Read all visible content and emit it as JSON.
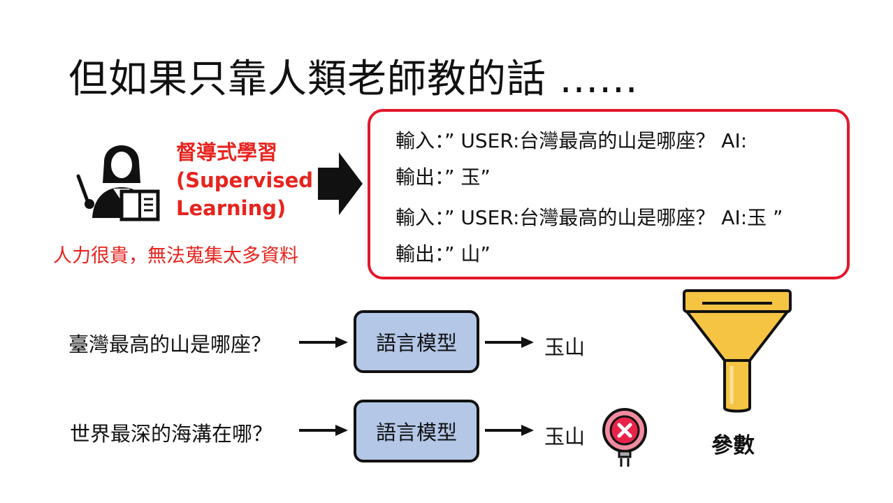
{
  "slide": {
    "title": "但如果只靠人類老師教的話 ......",
    "supervised": {
      "title_zh": "督導式學習",
      "title_en_1": "(Supervised",
      "title_en_2": "Learning)",
      "note": "人力很貴，無法蒐集太多資料"
    },
    "examples": [
      {
        "text": "輸入：”  USER:台灣最高的山是哪座？  AI:"
      },
      {
        "text": "輸出：”  玉”"
      },
      {
        "text": "輸入：”  USER:台灣最高的山是哪座？  AI:玉 ”"
      },
      {
        "text": "輸出：”  山”"
      }
    ],
    "qa": [
      {
        "question": "臺灣最高的山是哪座？",
        "model": "語言模型",
        "answer": "玉山"
      },
      {
        "question": "世界最深的海溝在哪？",
        "model": "語言模型",
        "answer": "玉山"
      }
    ],
    "params_label": "參數"
  },
  "colors": {
    "accent_red": "#e3172c",
    "model_box": "#b4c7e7",
    "funnel": "#f6c443"
  },
  "icons": [
    "teacher-icon",
    "right-arrow-icon",
    "funnel-icon",
    "wrong-x-icon"
  ]
}
